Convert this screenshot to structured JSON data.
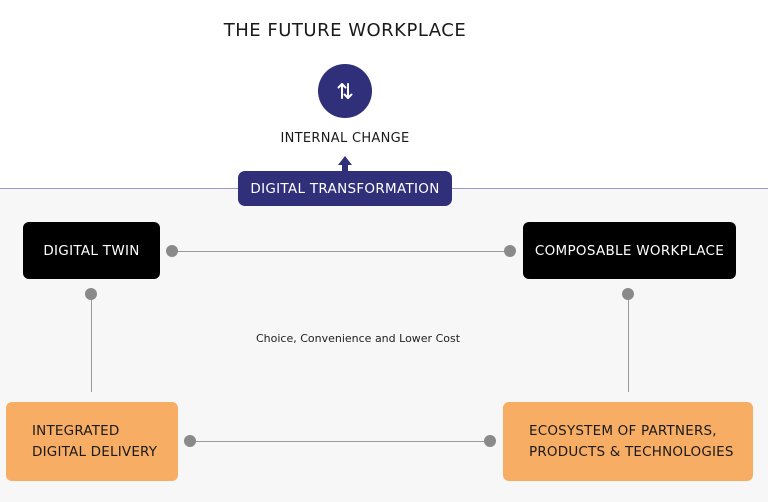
{
  "title": "THE FUTURE WORKPLACE",
  "internal_change": {
    "label": "INTERNAL CHANGE",
    "icon": "swap-vertical-arrows-icon"
  },
  "digital_transformation": {
    "label": "DIGITAL TRANSFORMATION"
  },
  "nodes": {
    "digital_twin": {
      "label": "DIGITAL TWIN"
    },
    "composable_workplace": {
      "label": "COMPOSABLE WORKPLACE"
    },
    "integrated_digital_delivery": {
      "lines": [
        "INTEGRATED",
        "DIGITAL DELIVERY"
      ]
    },
    "ecosystem": {
      "lines": [
        "ECOSYSTEM OF PARTNERS,",
        "PRODUCTS & TECHNOLOGIES"
      ]
    }
  },
  "center_caption": "Choice, Convenience and Lower Cost",
  "colors": {
    "navy": "#2f2f7a",
    "orange": "#f7ad63",
    "black": "#000000",
    "connector": "#9a9a9a",
    "divider": "#9b95c8"
  }
}
